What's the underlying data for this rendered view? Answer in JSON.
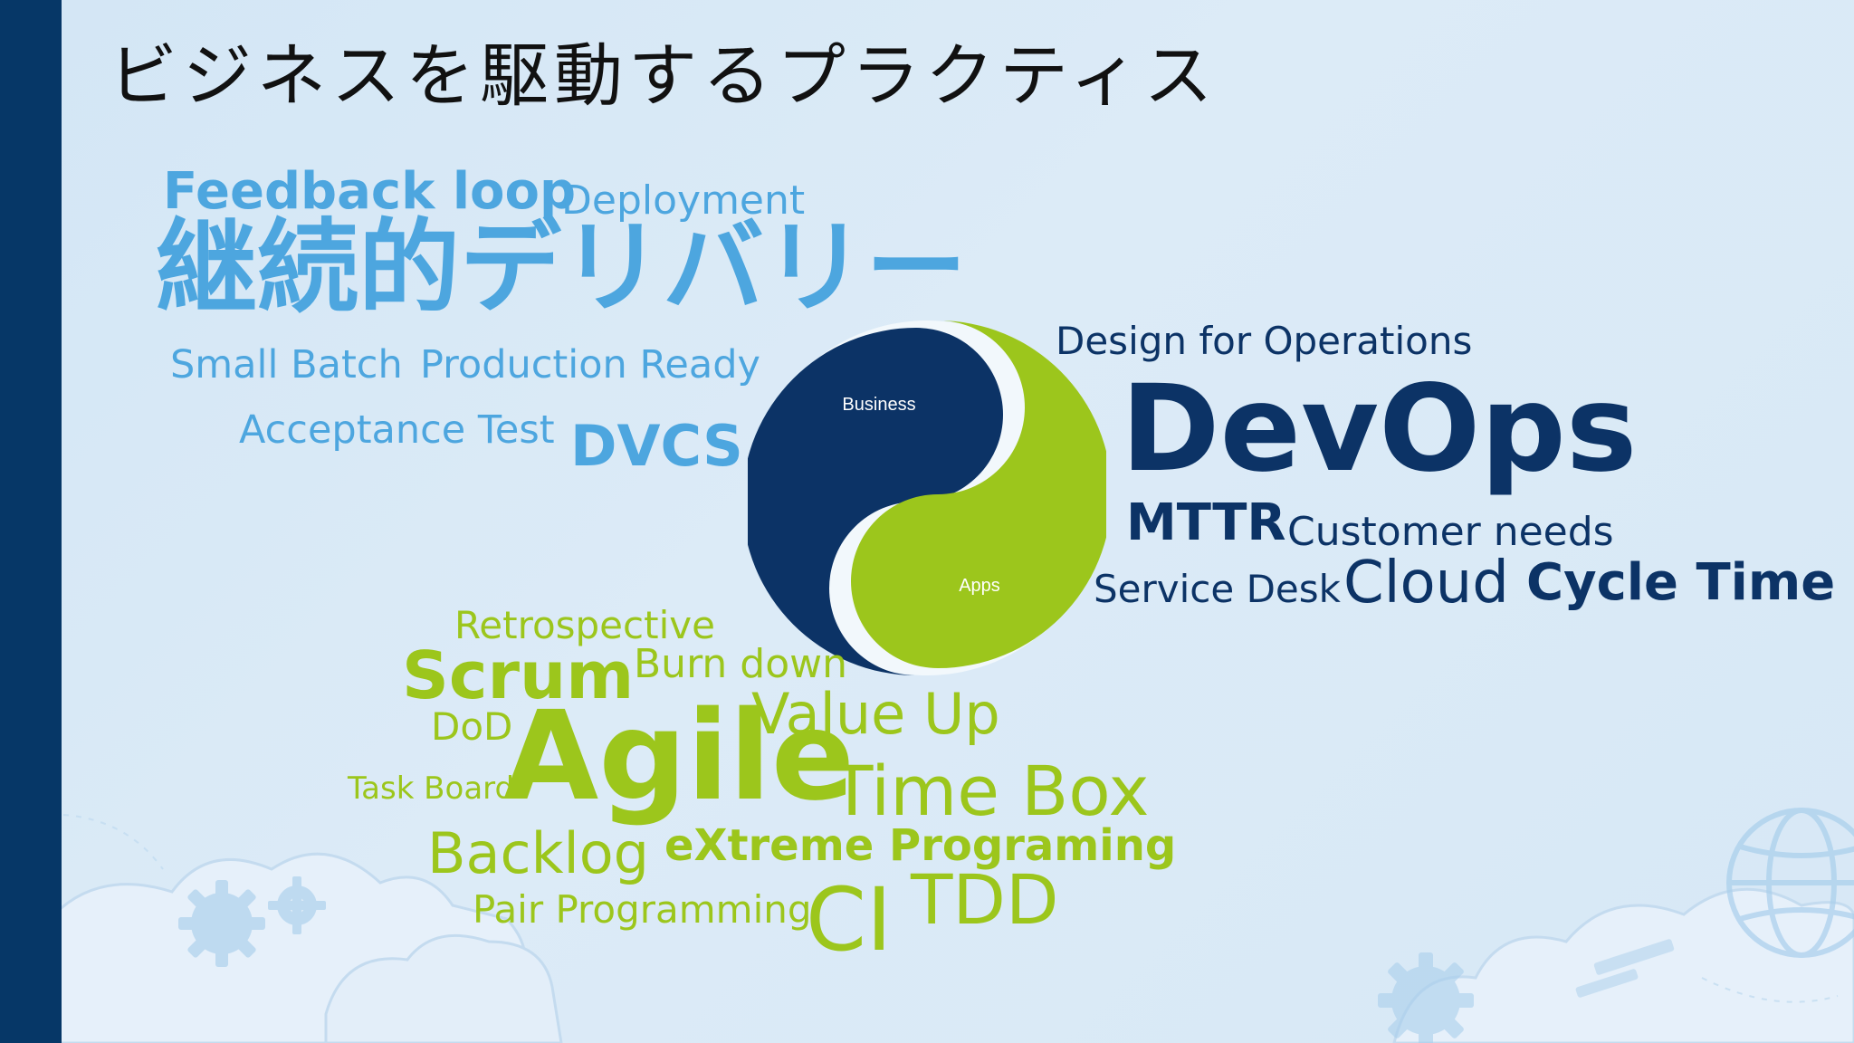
{
  "slide": {
    "title": "ビジネスを駆動するプラクティス",
    "colors": {
      "light_blue": "#4da6df",
      "navy": "#0c3366",
      "green": "#9cc61c",
      "background": "#d6e7f5",
      "left_bar": "#063767"
    }
  },
  "icons": {
    "background": [
      "gear-icon",
      "cloud-icon",
      "globe-icon",
      "wrench-icon"
    ]
  },
  "yinyang": {
    "top_label": "Business",
    "bottom_label": "Apps"
  },
  "words": {
    "continuous_delivery": {
      "feedback_loop": "Feedback loop",
      "deployment": "Deployment",
      "headline": "継続的デリバリー",
      "small_batch": "Small Batch",
      "production_ready": "Production Ready",
      "acceptance_test": "Acceptance Test",
      "dvcs": "DVCS"
    },
    "devops": {
      "design_for_operations": "Design for Operations",
      "headline": "DevOps",
      "mttr": "MTTR",
      "customer_needs": "Customer needs",
      "service_desk": "Service Desk",
      "cloud": "Cloud",
      "cycle_time": "Cycle Time"
    },
    "agile": {
      "retrospective": "Retrospective",
      "scrum": "Scrum",
      "burn_down": "Burn down",
      "dod": "DoD",
      "headline": "Agile",
      "value_up": "Value Up",
      "task_board": "Task Board",
      "time_box": "Time Box",
      "backlog": "Backlog",
      "extreme_programming": "eXtreme Programing",
      "pair_programming": "Pair Programming",
      "ci": "CI",
      "tdd": "TDD"
    }
  }
}
